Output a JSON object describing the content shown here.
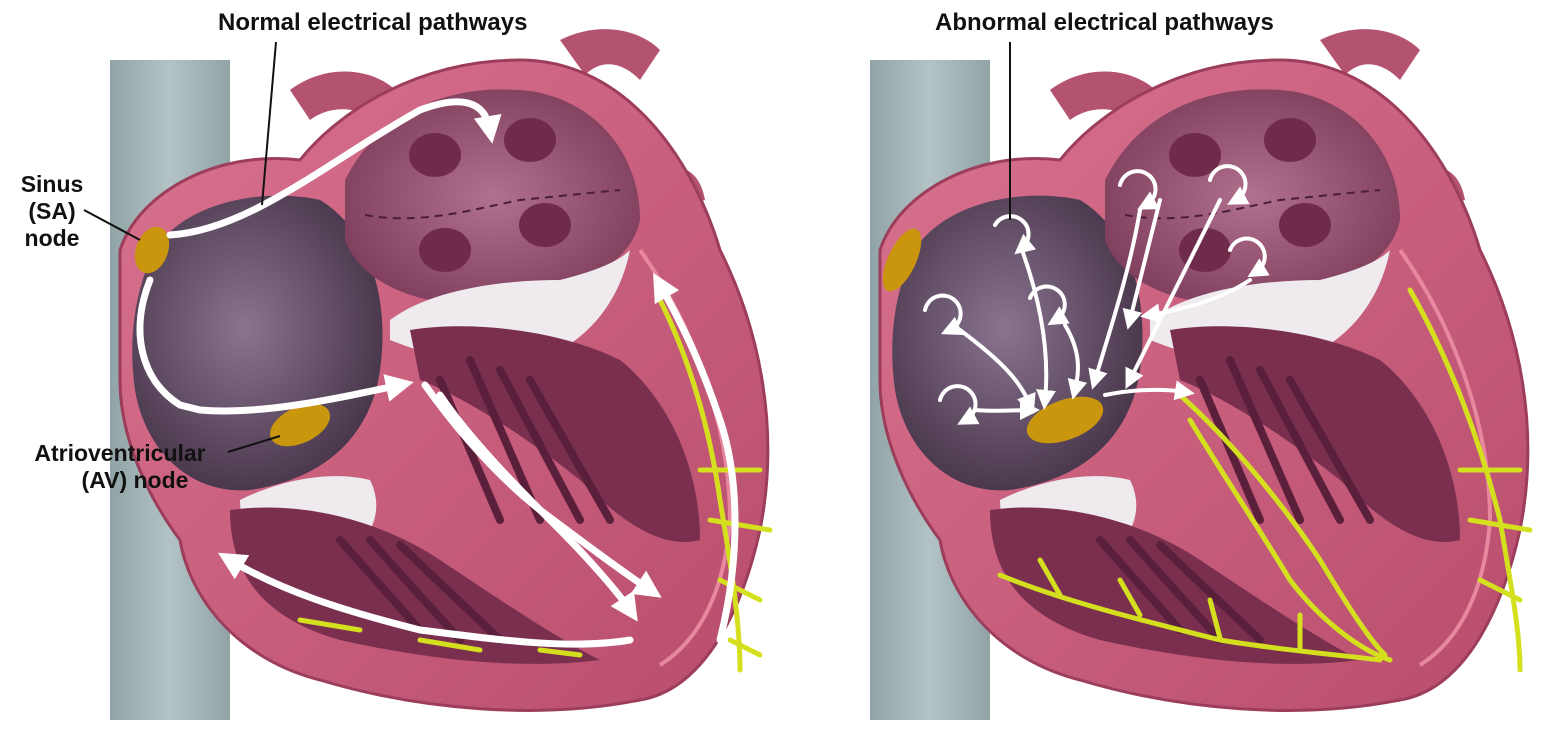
{
  "panels": [
    {
      "title": "Normal electrical pathways",
      "labels": {
        "sa_line1": "Sinus",
        "sa_line2": "(SA)",
        "sa_line3": "node",
        "av_line1": "Atrioventricular",
        "av_line2": "(AV) node"
      }
    },
    {
      "title": "Abnormal electrical pathways"
    }
  ],
  "colors": {
    "muscle": "#c45a78",
    "muscle_dark": "#8a3050",
    "atrium_cavity": "#5f4a66",
    "vessel": "#8fa3a6",
    "node": "#c9960e",
    "conduction_fiber": "#d4e01e",
    "signal_arrow": "#ffffff",
    "valve": "#e6e3e6"
  }
}
